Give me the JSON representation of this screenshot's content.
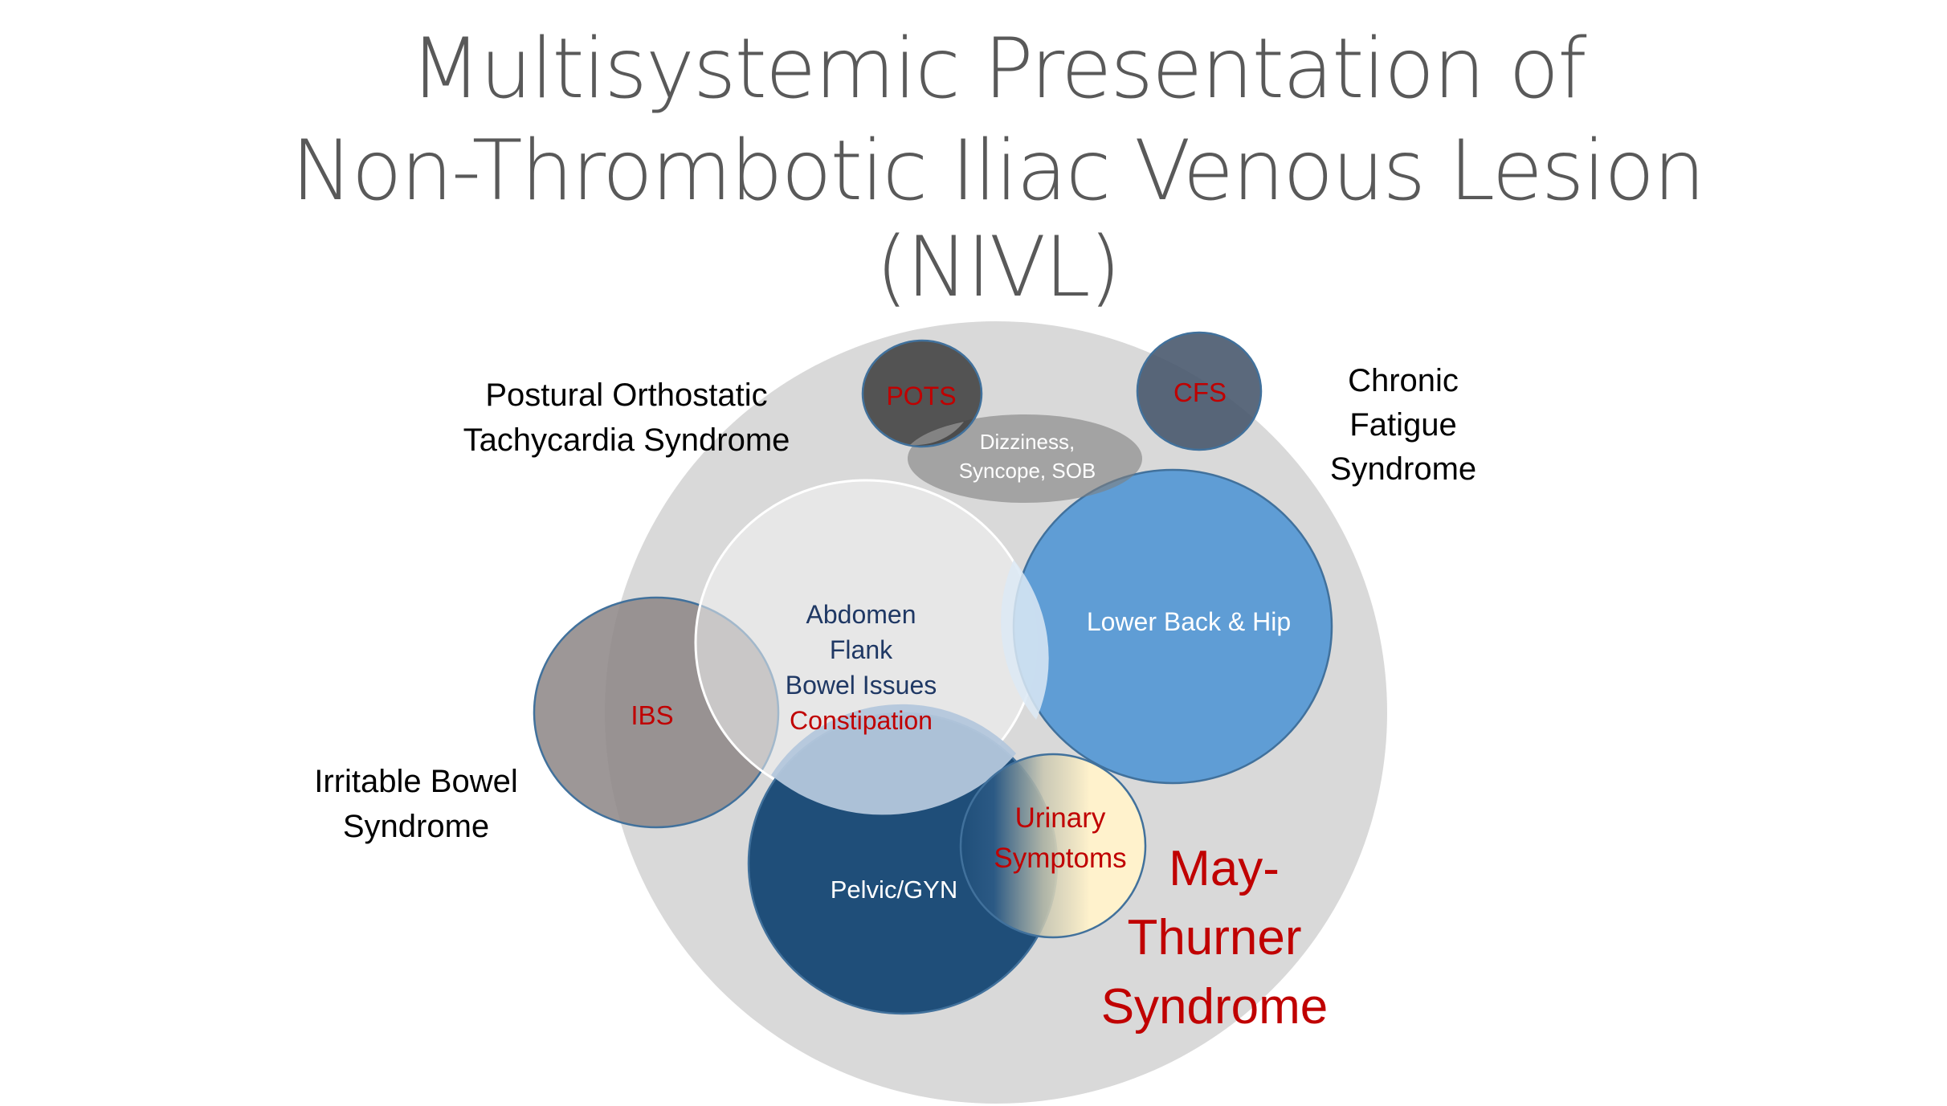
{
  "title": {
    "line1": "Multisystemic Presentation of",
    "line2": "Non-Thrombotic Iliac Venous Lesion",
    "line3": "(NIVL)"
  },
  "diagram": {
    "pots": {
      "abbr": "POTS",
      "full_line1": "Postural Orthostatic",
      "full_line2": "Tachycardia Syndrome"
    },
    "cfs": {
      "abbr": "CFS",
      "full_line1": "Chronic",
      "full_line2": "Fatigue",
      "full_line3": "Syndrome"
    },
    "dizziness": {
      "line1": "Dizziness,",
      "line2": "Syncope, SOB"
    },
    "abdomen": {
      "line1": "Abdomen",
      "line2": "Flank",
      "line3": "Bowel Issues",
      "line4": "Constipation"
    },
    "lower_back": {
      "label": "Lower Back & Hip"
    },
    "ibs": {
      "abbr": "IBS",
      "full_line1": "Irritable Bowel",
      "full_line2": "Syndrome"
    },
    "pelvic": {
      "label": "Pelvic/GYN"
    },
    "urinary": {
      "line1": "Urinary",
      "line2": "Symptoms"
    },
    "mts": {
      "line1": "May-",
      "line2": "Thurner",
      "line3": "Syndrome"
    },
    "colors": {
      "title": "#595959",
      "outer_circle": "#d9d9d9",
      "pots_circle": "#404040",
      "cfs_circle": "#44546a",
      "lower_back_circle": "#5b9bd5",
      "pelvic_circle": "#1f4e79",
      "ibs_circle": "#8c8585",
      "abdomen_circle": "#f2f2f2",
      "urinary_circle": "#fff2cc",
      "accent_red": "#c00000",
      "label_navy": "#1f3864"
    }
  }
}
